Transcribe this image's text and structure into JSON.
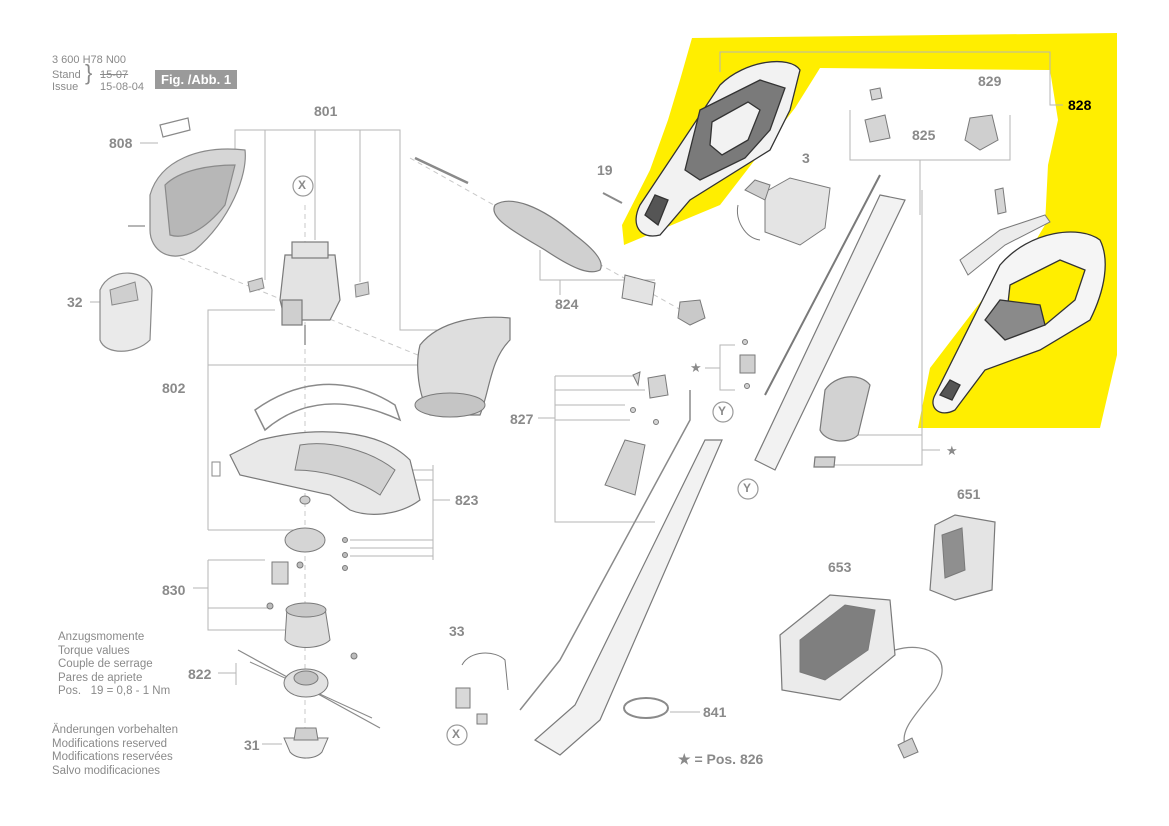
{
  "header": {
    "doc_number": "3 600 H78 N00",
    "stand_label": "Stand",
    "issue_label": "Issue",
    "old_date": "15-07",
    "new_date": "15-08-04",
    "figure_label": "Fig. /Abb. 1"
  },
  "labels": {
    "p808": "808",
    "p801": "801",
    "p32": "32",
    "p802": "802",
    "p823": "823",
    "p830": "830",
    "p822": "822",
    "p31": "31",
    "p824": "824",
    "p19": "19",
    "p3": "3",
    "p827": "827",
    "p33": "33",
    "p841": "841",
    "p828": "828",
    "p829": "829",
    "p825": "825",
    "p651": "651",
    "p653": "653",
    "x_top": "X",
    "x_bottom": "X",
    "y_mid": "Y",
    "y_right": "Y"
  },
  "torque": {
    "lines": [
      "Anzugsmomente",
      "Torque values",
      "Couple de serrage",
      "Pares de apriete"
    ],
    "pos_line": "Pos.   19 = 0,8 - 1 Nm"
  },
  "modifications": {
    "lines": [
      "Änderungen vorbehalten",
      "Modifications reserved",
      "Modifications reservées",
      "Salvo modificaciones"
    ]
  },
  "footnote": "★ = Pos. 826",
  "highlight_color": "#ffee00"
}
